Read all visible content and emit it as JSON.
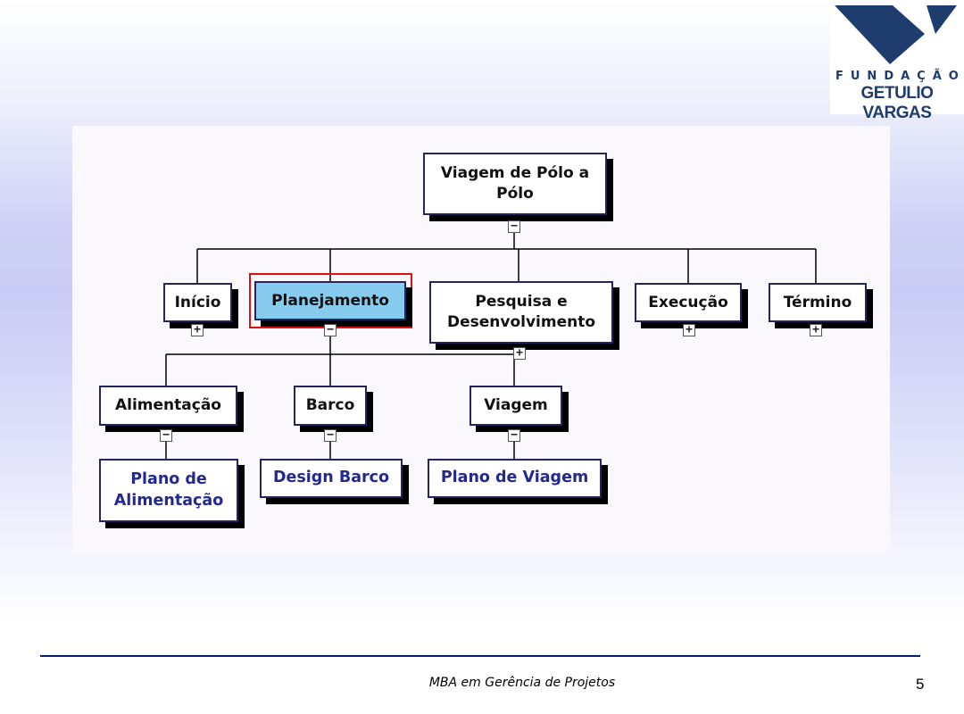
{
  "logo": {
    "line1": "FUNDAÇÃO",
    "line2": "GETULIO VARGAS",
    "color": "#1f3c6e"
  },
  "wbs": {
    "root": "Viagem de Pólo a Pólo",
    "level1": [
      "Início",
      "Planejamento",
      "Pesquisa e Desenvolvimento",
      "Execução",
      "Término"
    ],
    "level2": [
      "Alimentação",
      "Barco",
      "Viagem"
    ],
    "level3": [
      "Plano de Alimentação",
      "Design Barco",
      "Plano de Viagem"
    ],
    "selected": "Planejamento",
    "toggle_expand": "+",
    "toggle_collapse": "−"
  },
  "footer": {
    "text": "MBA em Gerência de Projetos",
    "page": "5"
  }
}
